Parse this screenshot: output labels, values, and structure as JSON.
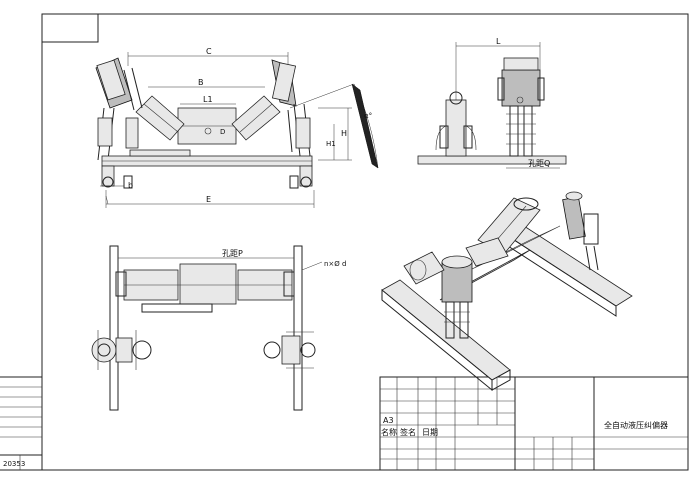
{
  "dimensions": {
    "C": "C",
    "B": "B",
    "L1": "L1",
    "H": "H",
    "H1": "H1",
    "b": "b",
    "E": "E",
    "angle": "α°",
    "L": "L",
    "hole_q": "孔距Q",
    "hole_p": "孔距P",
    "hole_spec": "n×Ø d",
    "d_mark": "D"
  },
  "title_block": {
    "sheet_size": "A3",
    "col_name": "名称",
    "col_sign": "签名",
    "col_date": "日期",
    "drawing_title": "全自动液压纠偏器"
  },
  "margin_label": "20353"
}
